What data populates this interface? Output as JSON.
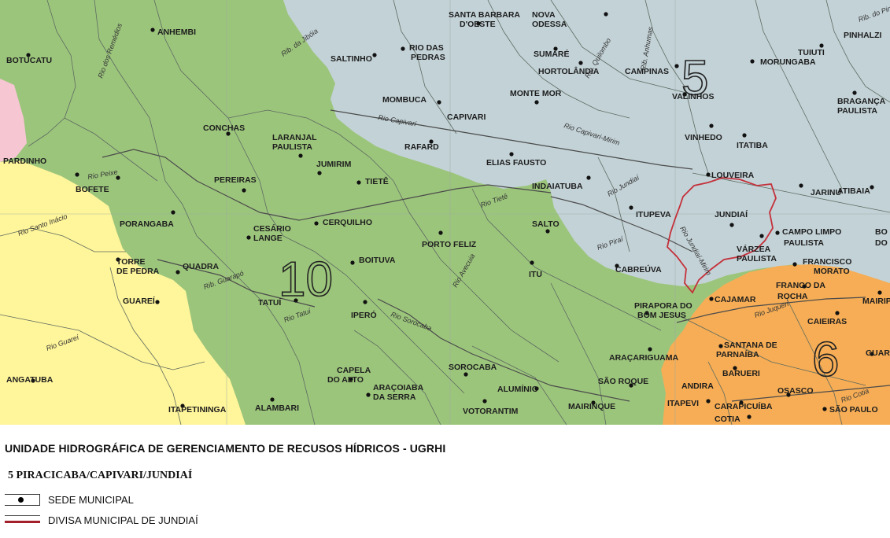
{
  "map": {
    "colors": {
      "ugrhi10": "#9cc57c",
      "ugrhi5": "#c3d2d7",
      "ugrhi6": "#f6ad55",
      "west_yellow": "#fff59a",
      "west_pink": "#f7c6d3",
      "background": "#dfe8c8",
      "jundiai_boundary": "#c4303a"
    },
    "region_numbers": [
      "5",
      "10",
      "6"
    ],
    "cities": [
      "BOTUCATU",
      "ANHEMBI",
      "SALTINHO",
      "RIO DAS",
      "PEDRAS",
      "SANTA BARBARA",
      "D'OESTE",
      "NOVA",
      "ODESSA",
      "SUMARÉ",
      "HORTOLÂNDIA",
      "PINHALZI",
      "TUIUTI",
      "MORUNGABA",
      "BRAGANÇA",
      "PAULISTA",
      "CAMPINAS",
      "VALINHOS",
      "MONTE MOR",
      "MOMBUCA",
      "CAPIVARI",
      "RAFARD",
      "ELIAS FAUSTO",
      "VINHEDO",
      "ITATIBA",
      "LOUVEIRA",
      "CONCHAS",
      "LARANJAL",
      "PAULISTA",
      "PARDINHO",
      "BOFETE",
      "JUMIRIM",
      "PEREIRAS",
      "TIETÊ",
      "INDAIATUBA",
      "JARINU",
      "ATIBAIA",
      "JUNDIAÍ",
      "ITUPEVA",
      "CESÁRIO",
      "LANGE",
      "PORANGABA",
      "CERQUILHO",
      "SALTO",
      "PORTO FELIZ",
      "CAMPO LIMPO",
      "PAULISTA",
      "VÁRZEA",
      "PAULISTA",
      "BO",
      "DO",
      "TORRE",
      "DE PEDRA",
      "QUADRA",
      "BOITUVA",
      "ITU",
      "CABREÚVA",
      "FRANCISCO",
      "MORATO",
      "FRANCO DA",
      "ROCHA",
      "CAJAMAR",
      "MAIRIP",
      "GUAREÍ",
      "TATUÍ",
      "IPERÓ",
      "PIRAPORA DO",
      "BOM JESUS",
      "CAIEIRAS",
      "SANTANA DE",
      "PARNAÍBA",
      "ARAÇARIGUAMA",
      "GUAR",
      "BARUERI",
      "ANGATUBA",
      "CAPELA",
      "DO ALTO",
      "SOROCABA",
      "ALUMÍNIO",
      "SÃO ROQUE",
      "ARAÇOIABA",
      "DA SERRA",
      "ITAPETININGA",
      "ALAMBARI",
      "VOTORANTIM",
      "MAIRINQUE",
      "ITAPEVI",
      "CARAPICUÍBA",
      "OSASCO",
      "SÃO PAULO",
      "COTIA",
      "ANDIRA"
    ],
    "rivers": [
      "Rib. da Jibóia",
      "Rio dos Remédios",
      "Rio Capivari",
      "Rib. Quilombo",
      "Rib. Anhumas",
      "Rib. do Pinheiros",
      "Rio Tietê",
      "Rio Capivari-Mirim",
      "Rio Jundiaí",
      "Rio Piraí",
      "Rib. Guarapó",
      "Rio Peixe",
      "Rio Santo Inácio",
      "Rio Tatuí",
      "Rio Sorocaba",
      "Rio Avecuia",
      "Rio Guareí",
      "Rio Jundiaí-Mirim",
      "Rio Juqueri",
      "Rio Cotia"
    ]
  },
  "legend": {
    "title": "UNIDADE HIDROGRÁFICA DE GERENCIAMENTO DE RECUSOS HÍDRICOS - UGRHI",
    "subtitle": "5 PIRACICABA/CAPIVARI/JUNDIAÍ",
    "items": [
      {
        "symbol": "dot-icon",
        "label": "SEDE MUNICIPAL"
      },
      {
        "symbol": "red-line-icon",
        "label": "DIVISA MUNICIPAL DE JUNDIAÍ"
      }
    ]
  }
}
